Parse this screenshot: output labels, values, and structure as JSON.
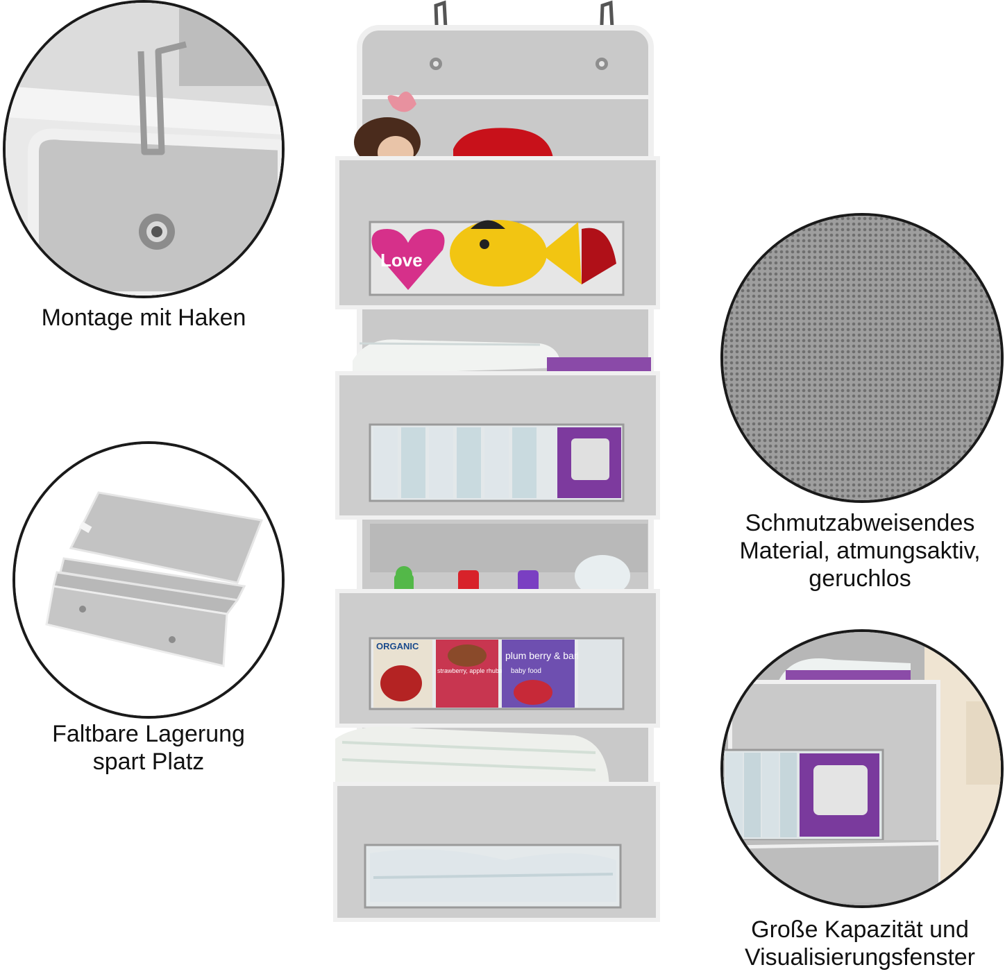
{
  "captions": {
    "hook": "Montage mit Haken",
    "fold": [
      "Faltbare Lagerung",
      "spart Platz"
    ],
    "material": [
      "Schmutzabweisendes",
      "Material, atmungsaktiv,",
      "geruchlos"
    ],
    "capacity": [
      "Große Kapazität und",
      "Visualisierungsfenster"
    ]
  },
  "product_labels": {
    "toy_heart": "Love",
    "food_brand": "ORGANIC",
    "food_flavor": "strawberry, apple rhubarb & oat",
    "food_flavor2": "plum berry & barley",
    "food_tag": "baby food"
  },
  "colors": {
    "fabric": "#c9c9c9",
    "fabric_dark": "#b3b3b3",
    "trim": "#f2f2f2",
    "outline": "#1a1a1a"
  }
}
